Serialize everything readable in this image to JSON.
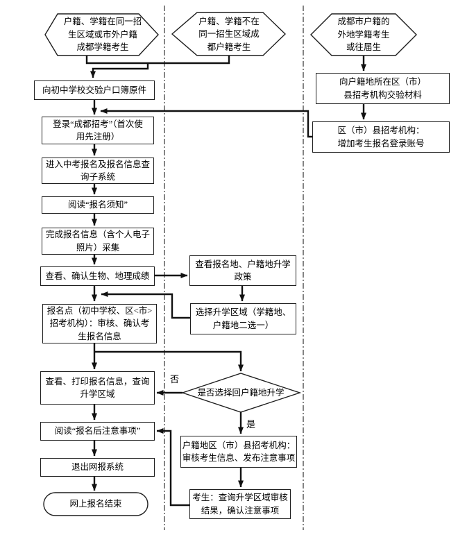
{
  "flowchart": {
    "nodes": {
      "hex_same_district": "户籍、学籍在同一招\n生区域或市外户籍\n成都学籍考生",
      "hex_diff_district": "户籍、学籍不在\n同一招生区域成\n都户籍考生",
      "hex_out_of_town": "成都市户籍的\n外地学籍考生\n或往届生",
      "submit_hukou_booklet": "向初中学校交验户口簿原件",
      "login_zhaokao": "登录“成都招考”（首次使\n用先注册）",
      "enter_subsystem": "进入中考报名及报名信息查\n询子系统",
      "read_signup_notice": "阅读“报名须知”",
      "complete_signup_info": "完成报名信息（含个人电子\n照片）采集",
      "confirm_bio_geo_scores": "查看、确认生物、地理成绩",
      "signup_site_review": "报名点（初中学校、区<市>\n招考机构）：审核、确认考\n生报名信息",
      "print_signup_info": "查看、打印报名信息，查询\n升学区域",
      "read_post_signup_notice": "阅读“报名后注意事项”",
      "exit_online_system": "退出网报系统",
      "finish": "网上报名结束",
      "check_policies": "查看报名地、户籍地升学\n政策",
      "choose_enroll_region": "选择升学区域（学籍地、\n户籍地二选一）",
      "decision_return_hukou": "是否选择回户籍地升学",
      "hukou_org_review": "户籍地区（市）县招考机构：\n审核考生信息、发布注意事项",
      "student_check_result": "考生：查询升学区域审核\n结果，确认注意事项",
      "submit_materials_hukou_org": "向户籍地所在区（市）\n县招考机构交验材料",
      "create_login_account": "区（市）县招考机构：\n增加考生报名登录账号"
    },
    "branch_labels": {
      "no": "否",
      "yes": "是"
    },
    "colors": {
      "line": "#111111",
      "border": "#1f1f1f",
      "text": "#000000",
      "background": "#ffffff"
    }
  }
}
